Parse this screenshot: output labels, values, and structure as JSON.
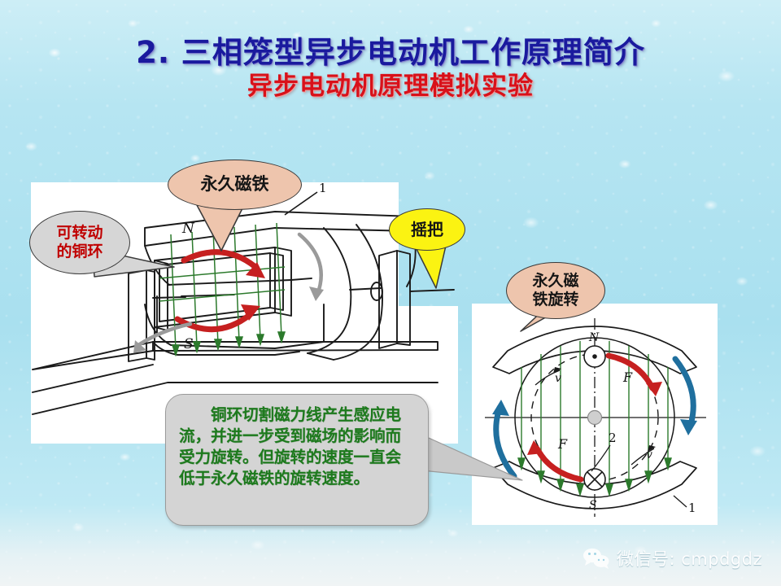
{
  "slide": {
    "title_main": "2.  三相笼型异步电动机工作原理简介",
    "title_sub": "异步电动机原理模拟实验",
    "title_main_color": "#1a1a9e",
    "title_sub_color": "#d8111a",
    "background_color": "#b6e5f2"
  },
  "callouts": {
    "permanent_magnet": {
      "label": "永久磁铁",
      "fill": "#eec5ad",
      "text_color": "#151515"
    },
    "copper_ring": {
      "label": "可转动\n的铜环",
      "fill": "#d6d6d6",
      "text_color": "#c00000"
    },
    "crank": {
      "label": "摇把",
      "fill": "#fbf312",
      "text_color": "#151515"
    },
    "magnet_rotation": {
      "label": "永久磁\n铁旋转",
      "fill": "#eec5ad",
      "text_color": "#151515"
    }
  },
  "explanation": {
    "text": "铜环切割磁力线产生感应电流，并进一步受到磁场的影响而受力旋转。但旋转的速度一直会低于永久磁铁的旋转速度。",
    "fill": "#d4d4d4",
    "text_color": "#1d7a1d"
  },
  "left_diagram": {
    "labels": {
      "north_pole": "N",
      "south_pole": "S",
      "part_one": "1"
    },
    "field_line_color": "#2c7a2c",
    "rotation_arrow_color": "#c62020",
    "drive_arrow_color": "#9a9a9a",
    "outline_color": "#1a1a1a"
  },
  "right_diagram": {
    "labels": {
      "north_pole": "N",
      "south_pole": "S",
      "force_top": "F",
      "force_bottom": "F",
      "velocity_top": "v",
      "velocity_bottom": "v",
      "part_one": "1",
      "part_two": "2"
    },
    "field_line_color": "#2c7a2c",
    "force_arrow_color": "#c62020",
    "rotation_arrow_color": "#1f6f9e",
    "outline_color": "#1a1a1a"
  },
  "watermark": {
    "icon": "wechat-icon",
    "text": "微信号: cmpdgdz"
  }
}
